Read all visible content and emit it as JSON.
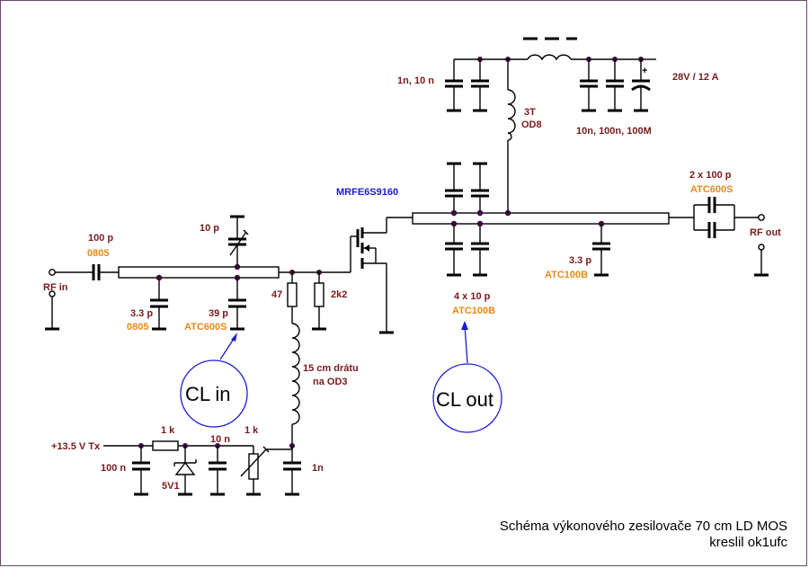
{
  "labels": {
    "rf_in": "RF in",
    "rf_out": "RF out",
    "c_100p": "100 p",
    "c_0805_a": "0805",
    "c_10p": "10 p",
    "c_33p": "3.3 p",
    "c_0805_b": "0805",
    "c_39p": "39 p",
    "c_atc600s_in": "ATC600S",
    "r_47": "47",
    "r_2k2": "2k2",
    "transistor": "MRFE6S9160",
    "c_1n10n": "1n, 10 n",
    "l_3t": "3T",
    "l_od8": "OD8",
    "c_10n100n": "10n, 100n, 100M",
    "supply_28v": "28V / 12 A",
    "c_2x100p": "2 x 100 p",
    "c_atc600s_out": "ATC600S",
    "c_33p_out": "3.3 p",
    "c_atc100b_out": "ATC100B",
    "c_4x10p": "4 x 10 p",
    "c_atc100b_mid": "ATC100B",
    "wire_15cm": "15 cm drátu",
    "wire_od3": "na OD3",
    "supply_135": "+13.5 V Tx",
    "r_1k_a": "1 k",
    "r_1k_b": "1 k",
    "c_10n": "10 n",
    "c_100n": "100 n",
    "zener": "5V1",
    "c_1n": "1n",
    "cl_in": "CL in",
    "cl_out": "CL out",
    "title_line1": "Schéma výkonového zesilovače 70 cm LD MOS",
    "title_line2": "kreslil ok1ufc"
  },
  "colors": {
    "brown": "#7a1a1a",
    "orange": "#e58a1a",
    "blue": "#1a1ad0",
    "junction": "#3a0a3a",
    "circle": "#1a1ad0"
  }
}
